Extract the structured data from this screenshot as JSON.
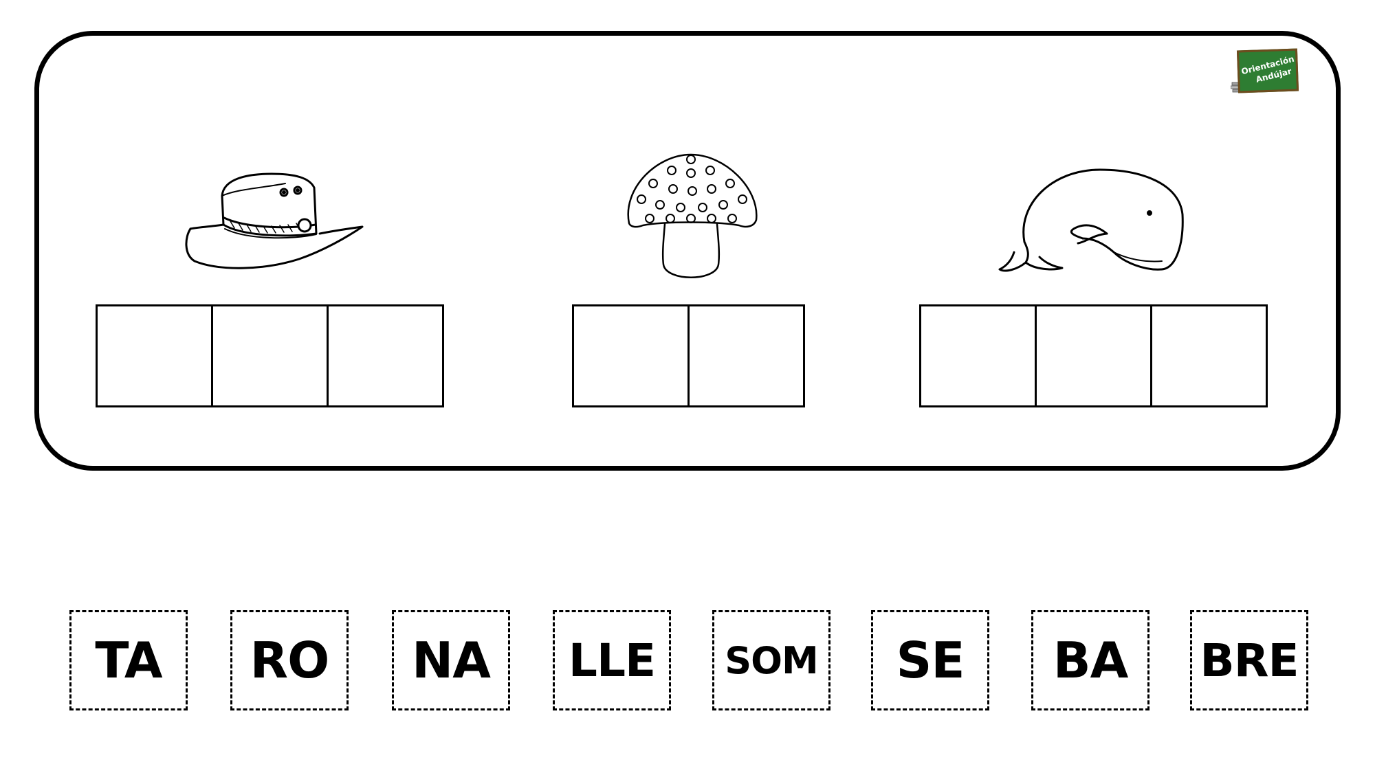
{
  "logo": {
    "line1": "Orientación",
    "line2": "Andújar"
  },
  "words": [
    {
      "picture": "hat-icon",
      "slots": 3
    },
    {
      "picture": "mushroom-icon",
      "slots": 2
    },
    {
      "picture": "whale-icon",
      "slots": 3
    }
  ],
  "syllables": [
    "TA",
    "RO",
    "NA",
    "LLE",
    "SOM",
    "SE",
    "BA",
    "BRE"
  ]
}
